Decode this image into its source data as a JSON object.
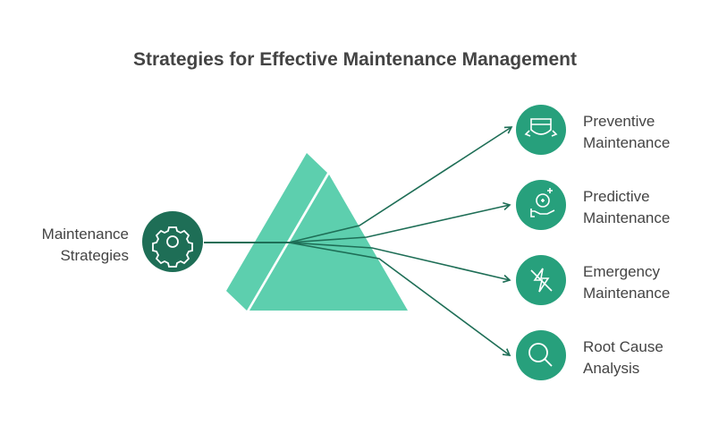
{
  "title": "Strategies for Effective Maintenance Management",
  "source": {
    "line1": "Maintenance",
    "line2": "Strategies",
    "icon": "gear-icon"
  },
  "items": [
    {
      "line1": "Preventive",
      "line2": "Maintenance",
      "icon": "badge-icon"
    },
    {
      "line1": "Predictive",
      "line2": "Maintenance",
      "icon": "hand-crystal-ball-icon"
    },
    {
      "line1": "Emergency",
      "line2": "Maintenance",
      "icon": "lightning-off-icon"
    },
    {
      "line1": "Root Cause",
      "line2": "Analysis",
      "icon": "search-icon"
    }
  ],
  "colors": {
    "prism": "#5dcfae",
    "dark": "#1e6e56",
    "circle": "#27a07c",
    "line": "#1e6e56"
  }
}
